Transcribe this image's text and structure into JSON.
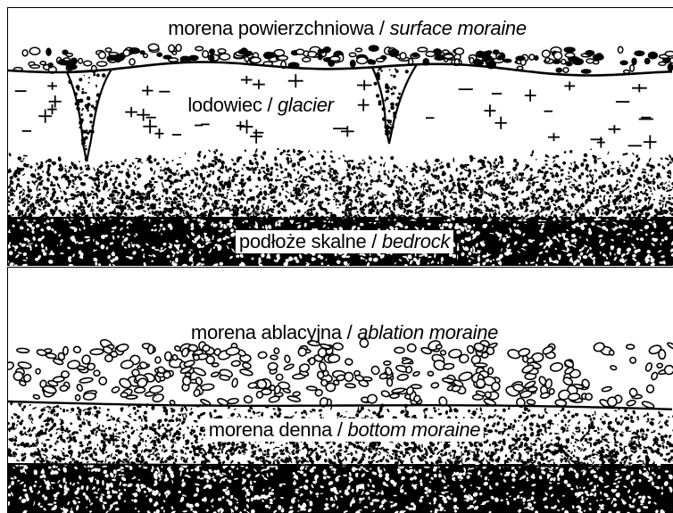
{
  "top_panel": {
    "surface_moraine": {
      "pl": "morena powierzchniowa",
      "sep": " / ",
      "en": "surface moraine"
    },
    "glacier": {
      "pl": "lodowiec",
      "sep": " / ",
      "en": "glacier"
    },
    "bedrock": {
      "pl": "podłoże skalne",
      "sep": " / ",
      "en": "bedrock"
    }
  },
  "bottom_panel": {
    "ablation_moraine": {
      "pl": "morena ablacyjna",
      "sep": " / ",
      "en": "ablation moraine"
    },
    "bottom_moraine": {
      "pl": "morena denna",
      "sep": " / ",
      "en": "bottom moraine"
    }
  },
  "colors": {
    "ink": "#000000",
    "paper": "#ffffff"
  }
}
